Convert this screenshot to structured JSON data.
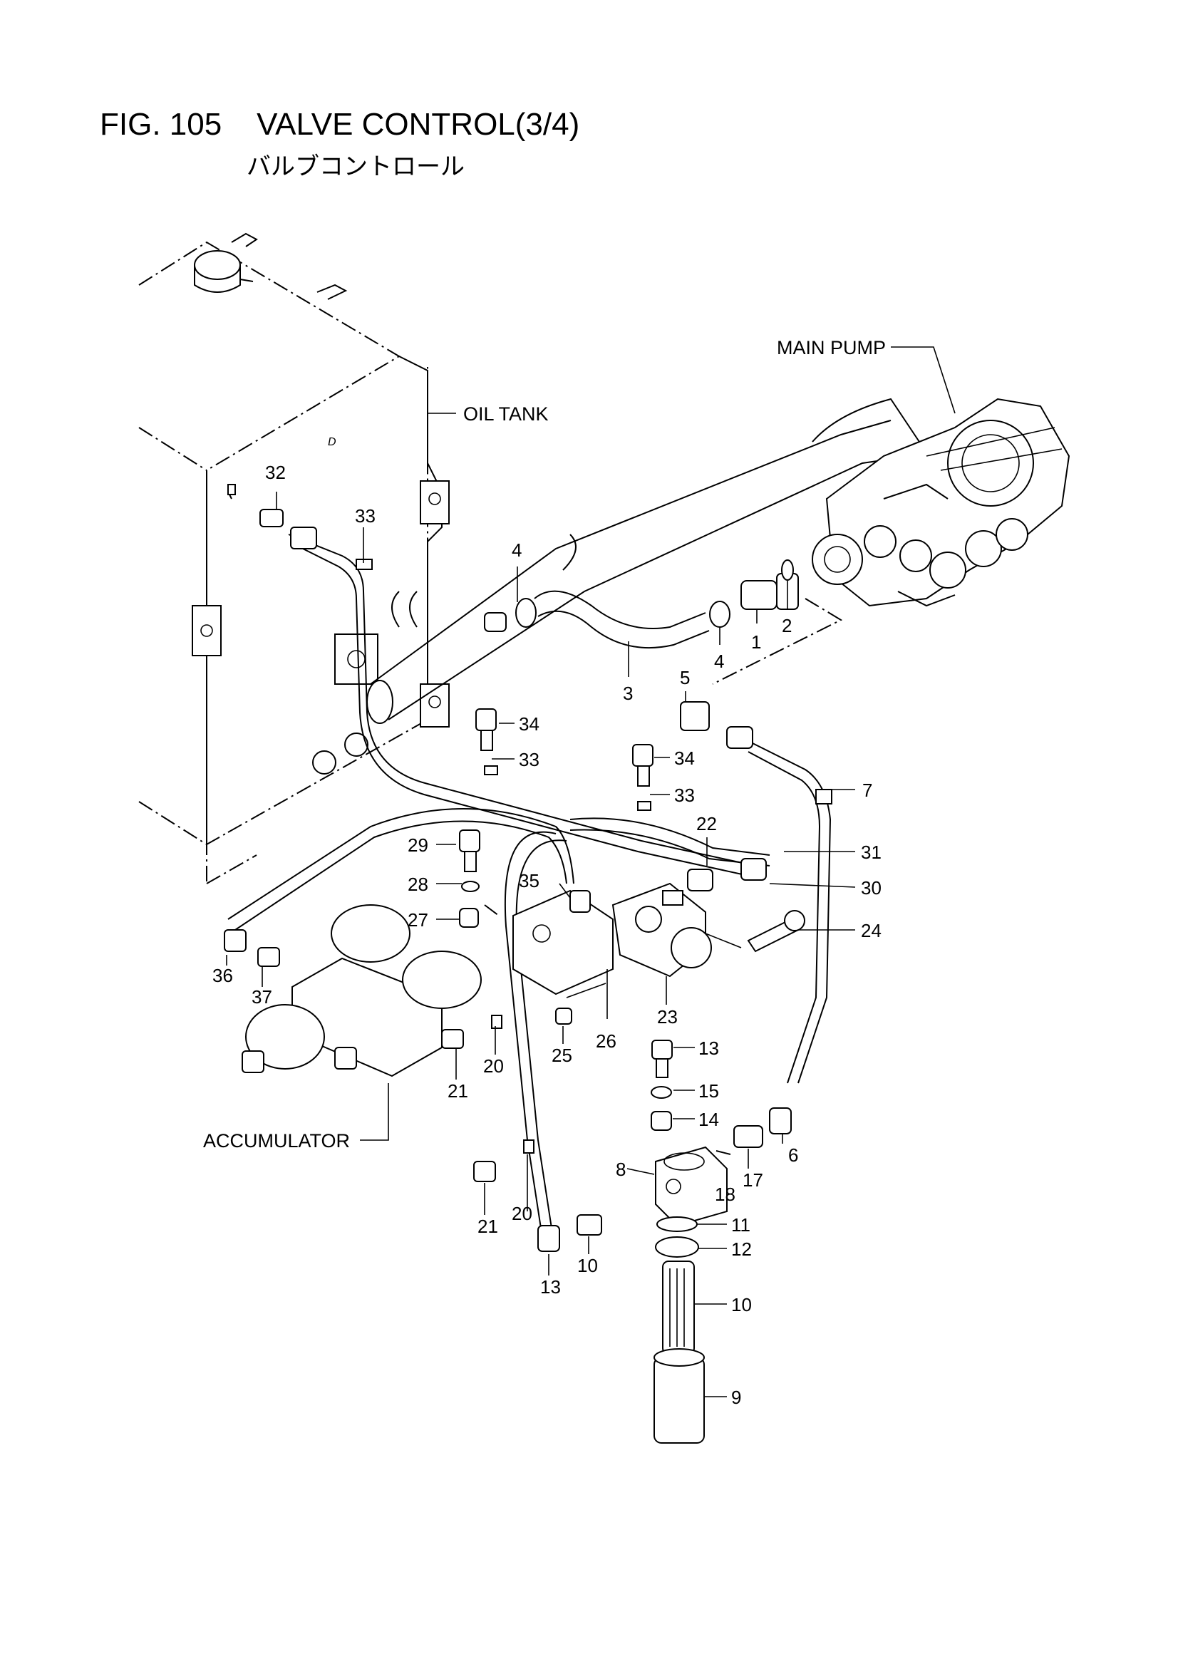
{
  "figure": {
    "title": "FIG. 105    VALVE CONTROL(3/4)",
    "subtitle": "バルブコントロール"
  },
  "callouts": {
    "main_pump": "MAIN PUMP",
    "oil_tank": "OIL TANK",
    "accumulator": "ACCUMULATOR"
  },
  "part_numbers": [
    {
      "id": "p32",
      "label": "32"
    },
    {
      "id": "p33a",
      "label": "33"
    },
    {
      "id": "p4a",
      "label": "4"
    },
    {
      "id": "p4b",
      "label": "4"
    },
    {
      "id": "p1",
      "label": "1"
    },
    {
      "id": "p2",
      "label": "2"
    },
    {
      "id": "p3",
      "label": "3"
    },
    {
      "id": "p5",
      "label": "5"
    },
    {
      "id": "p34a",
      "label": "34"
    },
    {
      "id": "p33b",
      "label": "33"
    },
    {
      "id": "p34b",
      "label": "34"
    },
    {
      "id": "p33c",
      "label": "33"
    },
    {
      "id": "p22",
      "label": "22"
    },
    {
      "id": "p7",
      "label": "7"
    },
    {
      "id": "p31",
      "label": "31"
    },
    {
      "id": "p29",
      "label": "29"
    },
    {
      "id": "p28",
      "label": "28"
    },
    {
      "id": "p35",
      "label": "35"
    },
    {
      "id": "p30",
      "label": "30"
    },
    {
      "id": "p27",
      "label": "27"
    },
    {
      "id": "p24",
      "label": "24"
    },
    {
      "id": "p36",
      "label": "36"
    },
    {
      "id": "p37",
      "label": "37"
    },
    {
      "id": "p23",
      "label": "23"
    },
    {
      "id": "p26",
      "label": "26"
    },
    {
      "id": "p25",
      "label": "25"
    },
    {
      "id": "p13a",
      "label": "13"
    },
    {
      "id": "p15",
      "label": "15"
    },
    {
      "id": "p21a",
      "label": "21"
    },
    {
      "id": "p20a",
      "label": "20"
    },
    {
      "id": "p14",
      "label": "14"
    },
    {
      "id": "p6",
      "label": "6"
    },
    {
      "id": "p8",
      "label": "8"
    },
    {
      "id": "p17",
      "label": "17"
    },
    {
      "id": "p18",
      "label": "18"
    },
    {
      "id": "p21b",
      "label": "21"
    },
    {
      "id": "p20b",
      "label": "20"
    },
    {
      "id": "p11",
      "label": "11"
    },
    {
      "id": "p12",
      "label": "12"
    },
    {
      "id": "p10a",
      "label": "10"
    },
    {
      "id": "p13b",
      "label": "13"
    },
    {
      "id": "p10b",
      "label": "10"
    },
    {
      "id": "p9",
      "label": "9"
    }
  ]
}
